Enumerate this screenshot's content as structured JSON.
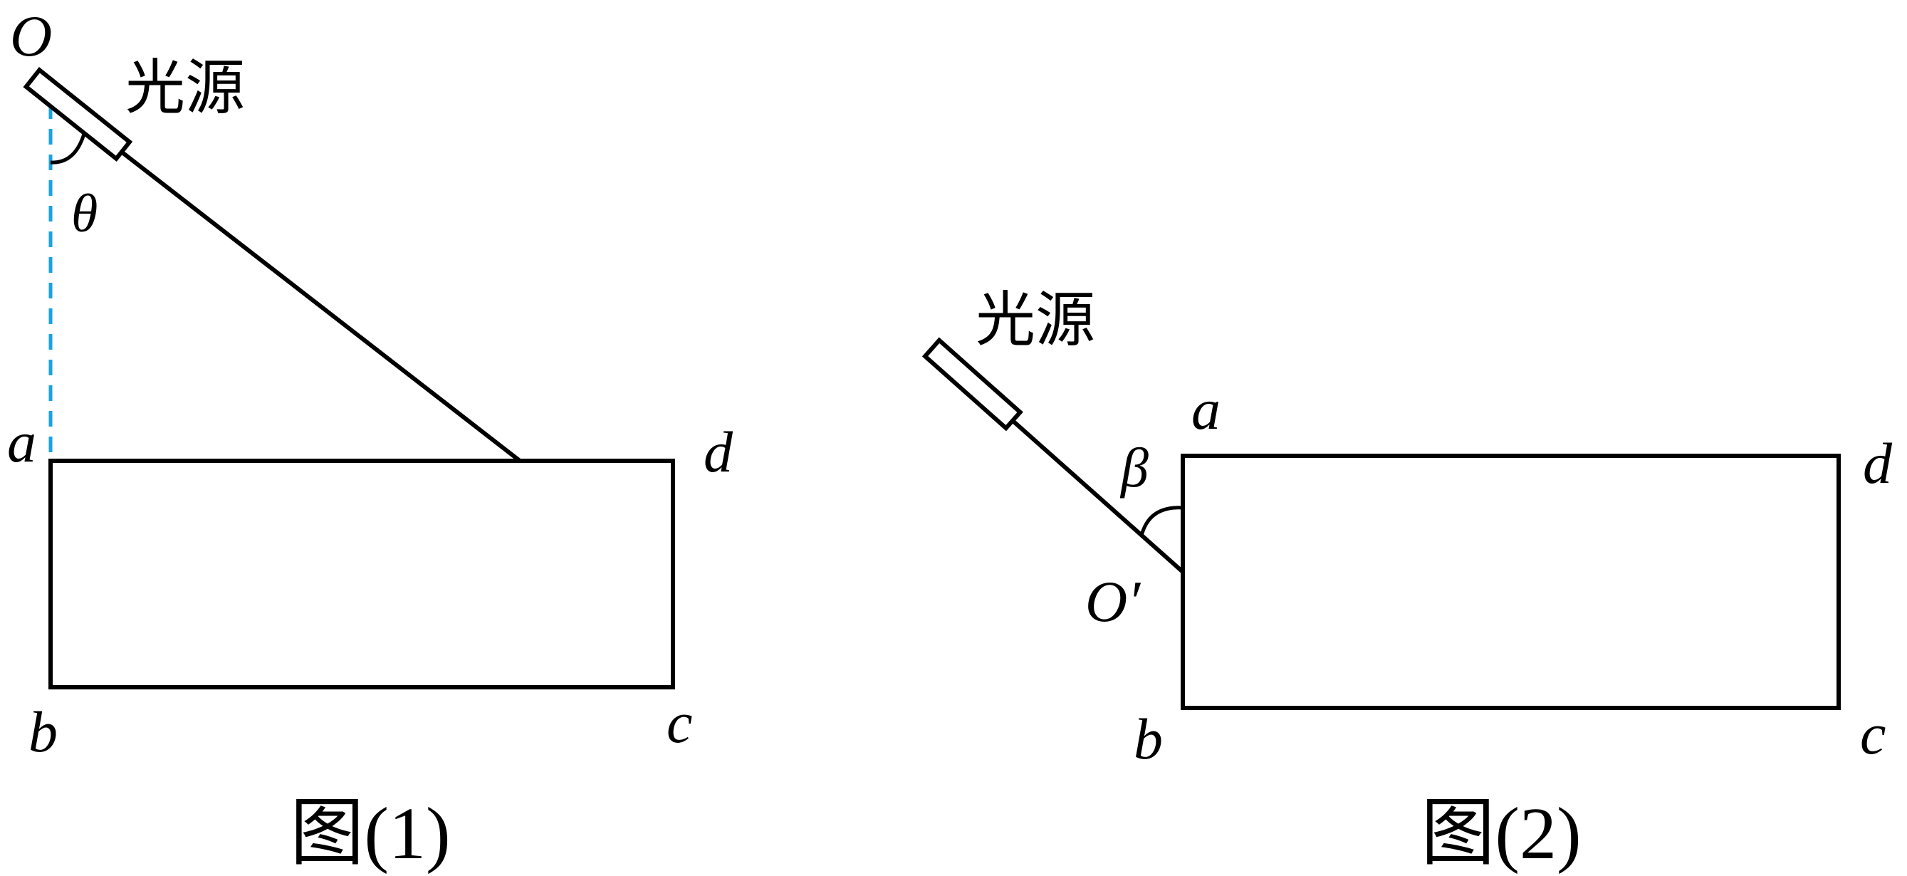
{
  "figure1": {
    "caption": "图(1)",
    "source_label": "光源",
    "point_O": "O",
    "angle_label": "θ",
    "corner_a": "a",
    "corner_b": "b",
    "corner_c": "c",
    "corner_d": "d"
  },
  "figure2": {
    "caption": "图(2)",
    "source_label": "光源",
    "point_O_prime": "O′",
    "angle_label": "β",
    "corner_a": "a",
    "corner_b": "b",
    "corner_c": "c",
    "corner_d": "d"
  },
  "colors": {
    "stroke": "#000000",
    "normal_dashed": "#1aa3e0",
    "background": "#ffffff"
  }
}
